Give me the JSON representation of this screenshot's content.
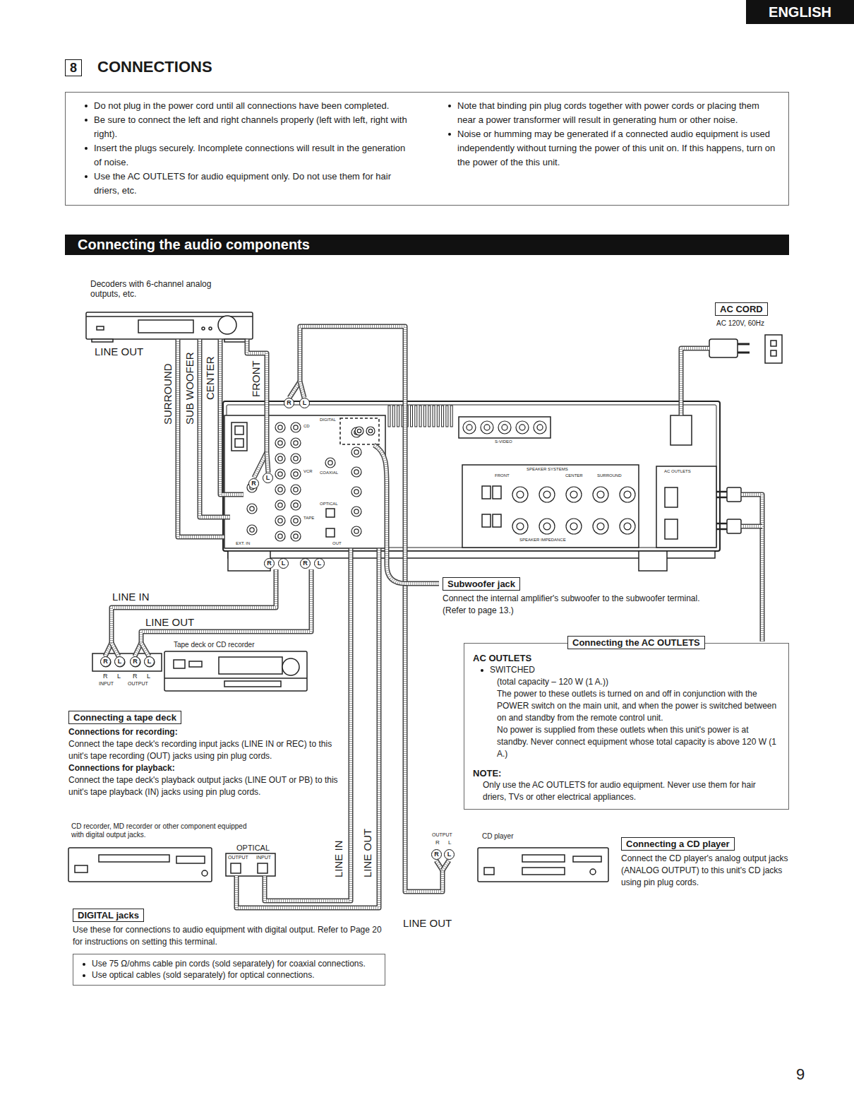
{
  "diagram": {
    "title": "CONNECTIONS",
    "nodes": [
      {
        "text": [
          "ENGLISH"
        ]
      },
      {
        "text": [
          "8"
        ]
      },
      {
        "text": [
          "Do not plug in the power cord until all connections have been completed.",
          "Be sure to connect the left and right channels properly (left with left, right with right).",
          "Insert the plugs securely. Incomplete connections will result in the generation of noise.",
          "Use the AC OUTLETS for audio equipment only. Do not use them for hair driers, etc.",
          "Note that binding pin plug cords together with power cords or placing them near a power transformer will result in generating hum or other noise.",
          "Noise or humming may be generated if a connected audio equipment is used independently without turning the power of this unit on. If this happens, turn on the power of the this unit."
        ]
      },
      {
        "text": [
          "Connecting the audio components"
        ]
      },
      {
        "text": [
          "AC CORD",
          "AC 120V, 60Hz"
        ]
      },
      {
        "text": [
          "Subwoofer jack",
          "Connect the internal amplifier's subwoofer to the subwoofer terminal. (Refer to page 13.)"
        ]
      },
      {
        "text": [
          "AC OUTLETS",
          "SWITCHED",
          "(total capacity – 120 W (1 A.))",
          "The power to these outlets is turned on and off in conjunction with the POWER switch on the main unit, and when the power is switched between on and standby from the remote control unit.",
          "No power is supplied from these outlets when this unit's power is at standby. Never connect equipment whose total capacity is above 120 W (1 A.)",
          "NOTE:",
          "Only use the AC OUTLETS for audio equipment. Never use them for hair driers, TVs or other electrical appliances."
        ]
      },
      {
        "text": [
          "Connecting the AC OUTLETS"
        ],
        "in": 6
      },
      {
        "text": [
          "Connecting a tape deck",
          "Connections for recording:",
          "Connect the tape deck's recording input jacks (LINE IN or REC) to this unit's tape recording (OUT) jacks using pin plug cords.",
          "Connections for playback:",
          "Connect the tape deck's playback output jacks (LINE OUT or PB) to this unit's tape playback (IN) jacks using pin plug cords."
        ]
      },
      {
        "text": [
          "Connecting a CD player",
          "Connect the CD player's analog output jacks (ANALOG OUTPUT) to this unit's CD jacks using pin plug cords."
        ]
      },
      {
        "text": [
          "DIGITAL jacks",
          "Use these for connections to audio equipment with digital output. Refer to Page 20 for instructions on setting this terminal."
        ]
      },
      {
        "text": [
          "Use 75 Ω/ohms cable pin cords (sold separately) for coaxial connections.",
          "Use optical cables (sold separately) for optical connections."
        ]
      }
    ],
    "labels": [
      "Decoders with 6-channel analog outputs, etc.",
      "LINE OUT",
      "SURROUND",
      "SUB WOOFER",
      "CENTER",
      "FRONT",
      "R",
      "L",
      "R",
      "L",
      "R",
      "L",
      "R",
      "L",
      "LINE IN",
      "LINE OUT",
      "Tape deck or CD recorder",
      "R",
      "L",
      "R",
      "L",
      "R",
      "L",
      "R",
      "L",
      "INPUT",
      "OUTPUT",
      "CD recorder, MD recorder or other component equipped with digital output jacks.",
      "OPTICAL",
      "OUTPUT",
      "INPUT",
      "LINE IN",
      "LINE OUT",
      "OUTPUT",
      "R",
      "L",
      "R",
      "L",
      "CD player",
      "LINE OUT",
      "9",
      "DIGITAL",
      "COAXIAL",
      "OPTICAL",
      "CD",
      "VCR",
      "TAPE",
      "S-VIDEO",
      "SPEAKER SYSTEMS",
      "FRONT",
      "CENTER",
      "SURROUND",
      "SPEAKER IMPEDANCE",
      "AC OUTLETS",
      "EXT. IN",
      "OUT"
    ]
  }
}
